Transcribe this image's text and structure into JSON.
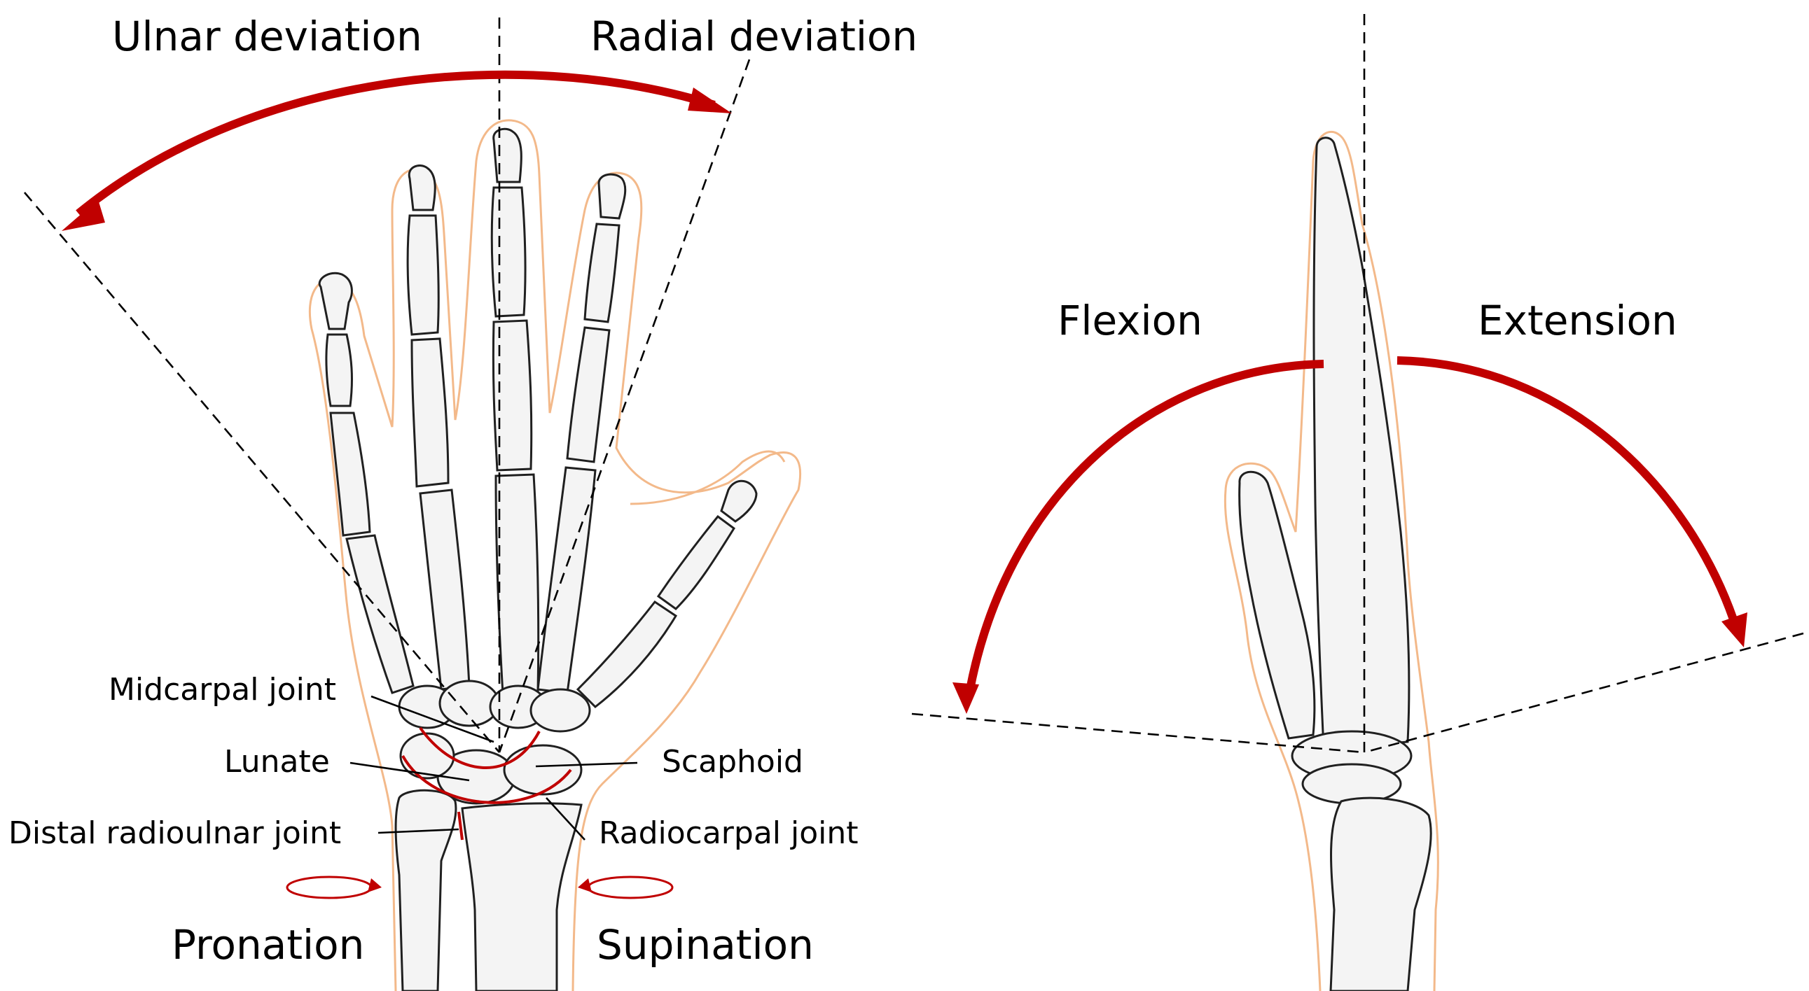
{
  "labels": {
    "ulnar_deviation": "Ulnar deviation",
    "radial_deviation": "Radial deviation",
    "flexion": "Flexion",
    "extension": "Extension",
    "midcarpal_joint": "Midcarpal joint",
    "lunate": "Lunate",
    "scaphoid": "Scaphoid",
    "distal_radioulnar_joint": "Distal radioulnar joint",
    "radiocarpal_joint": "Radiocarpal joint",
    "pronation": "Pronation",
    "supination": "Supination"
  },
  "colors": {
    "arrow": "#c00000",
    "skin_outline": "#f3b98a",
    "bone_fill": "#f4f4f4",
    "bone_mesh": "#2a2a2a"
  }
}
